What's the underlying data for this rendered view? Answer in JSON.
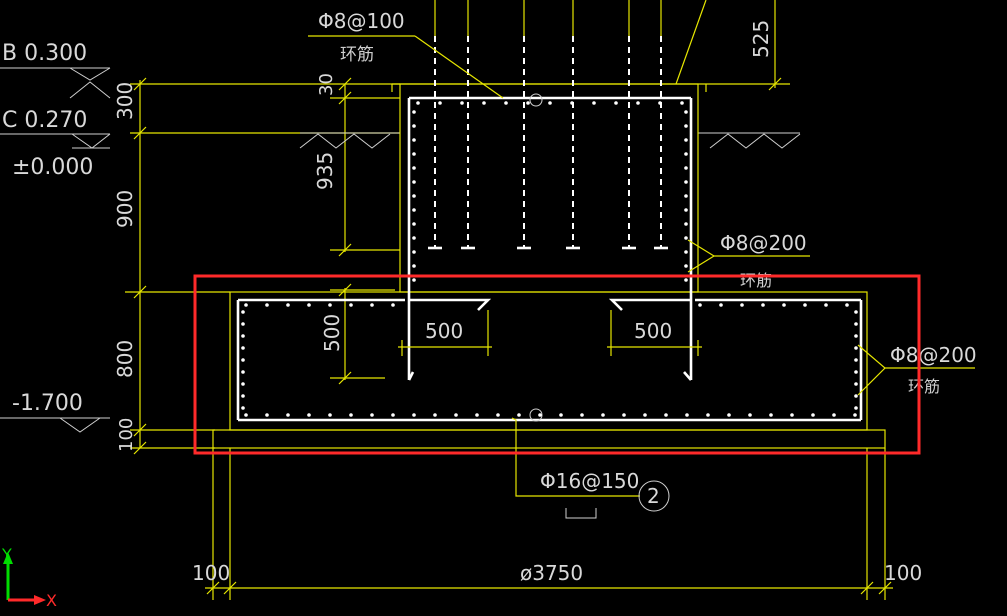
{
  "elevations": {
    "top1": "B 0.300",
    "top2": "C 0.270",
    "ground": "±0.000",
    "bottom": "-1.700"
  },
  "dims": {
    "d300": "300",
    "d30": "30",
    "d935": "935",
    "d900": "900",
    "d800": "800",
    "d100_left": "100",
    "d500_v": "500",
    "d500_left": "500",
    "d500_right": "500",
    "d525": "525",
    "d100_bottom_left": "100",
    "d100_bottom_right": "100",
    "diameter": "ø3750"
  },
  "rebar": {
    "top_ring": "Φ8@100",
    "top_ring_note": "环筋",
    "mid_ring": "Φ8@200",
    "mid_ring_note": "环筋",
    "right_ring": "Φ8@200",
    "right_ring_note": "环筋",
    "bottom_bar": "Φ16@150",
    "bottom_bar_mark": "2"
  },
  "axes": {
    "y_label": "Y",
    "x_label": "X"
  },
  "colors": {
    "background": "#000000",
    "outline": "#e6e600",
    "rebar": "#ffffff",
    "highlight": "#ff2a2a",
    "axis_y": "#00dd00",
    "axis_x": "#ff2a2a"
  }
}
